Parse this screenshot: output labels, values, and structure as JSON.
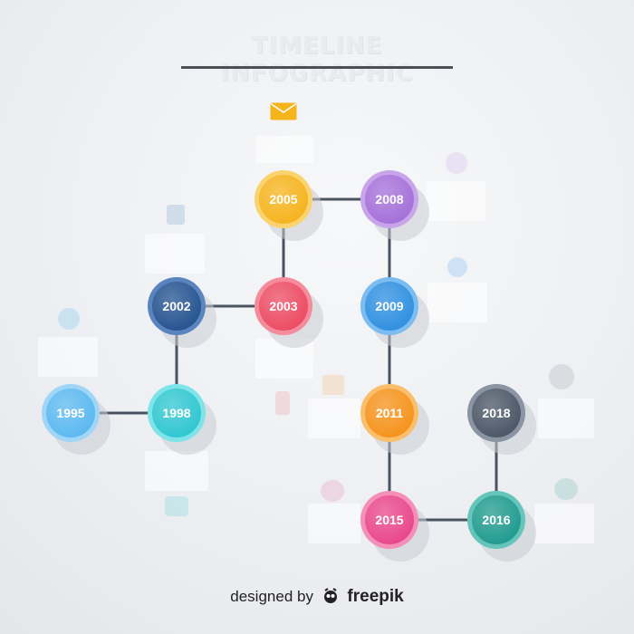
{
  "title": "TIMELINE INFOGRAPHIC",
  "milestones": [
    {
      "year": "1995",
      "color": "#5ab8f0",
      "ring": "#9fd6f7"
    },
    {
      "year": "1998",
      "color": "#2fc6d0",
      "ring": "#7ee4ea"
    },
    {
      "year": "2002",
      "color": "#23528f",
      "ring": "#5a84bd"
    },
    {
      "year": "2003",
      "color": "#ec4a62",
      "ring": "#f48c9c"
    },
    {
      "year": "2005",
      "color": "#f5b31c",
      "ring": "#fbd36e"
    },
    {
      "year": "2008",
      "color": "#a46fd8",
      "ring": "#c8a5ea"
    },
    {
      "year": "2009",
      "color": "#2e8fe0",
      "ring": "#7bbcf1"
    },
    {
      "year": "2011",
      "color": "#f5921a",
      "ring": "#fbbf6c"
    },
    {
      "year": "2015",
      "color": "#e8468a",
      "ring": "#f48fb8"
    },
    {
      "year": "2016",
      "color": "#1f9a8e",
      "ring": "#66c5bb"
    },
    {
      "year": "2018",
      "color": "#4a5565",
      "ring": "#8a94a2"
    }
  ],
  "icons": [
    {
      "name": "envelope-icon",
      "color": "#f5b31c"
    }
  ],
  "credit": {
    "prefix": "designed by",
    "brand": "freepik"
  }
}
